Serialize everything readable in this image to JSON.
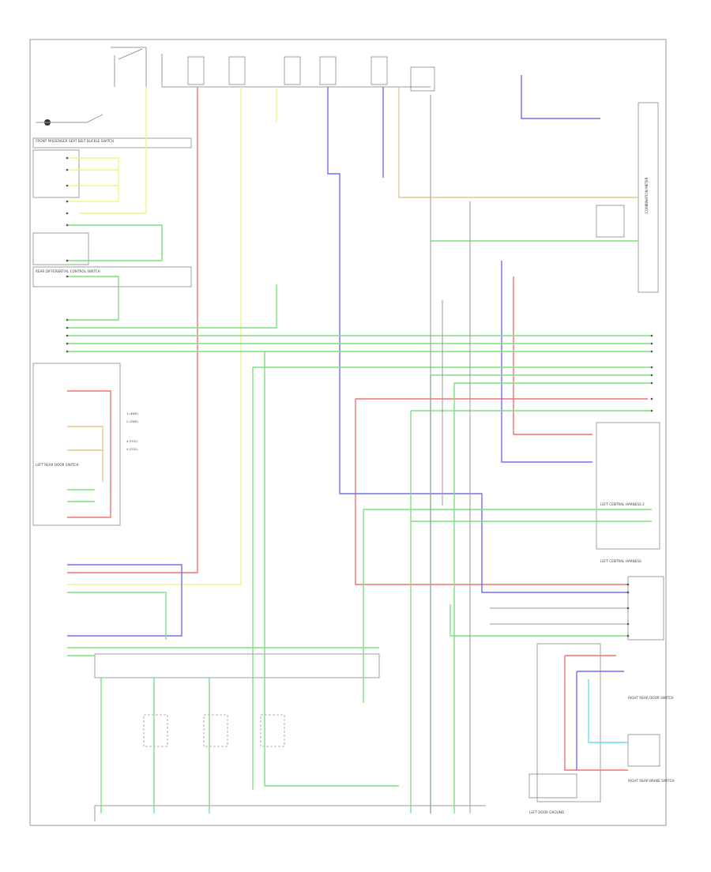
{
  "diagram": {
    "components": [
      {
        "id": "comp-1",
        "label": "FRONT PASSENGER SEAT BELT BUCKLE SWITCH"
      },
      {
        "id": "comp-2",
        "label": "REAR DIFFERENTIAL CONTROL SWITCH"
      },
      {
        "id": "comp-3",
        "label": "COMBINATION METER"
      },
      {
        "id": "comp-4",
        "label": "LEFT CENTRAL HARNESS"
      },
      {
        "id": "comp-5",
        "label": "LEFT CENTRAL HARNESS 2"
      },
      {
        "id": "comp-6",
        "label": "RIGHT REAR BRAKE SWITCH"
      },
      {
        "id": "comp-7",
        "label": "LEFT REAR DOOR SWITCH"
      },
      {
        "id": "comp-8",
        "label": "RIGHT REAR DOOR SWITCH"
      },
      {
        "id": "comp-9",
        "label": "LEFT DOOR GROUND"
      }
    ],
    "notes": [
      "1 (4WD)",
      "2 (2WD)",
      "3 (FOG)",
      "4 (FOG)"
    ],
    "wire_colors": [
      "GRN",
      "RED",
      "BLU",
      "YEL",
      "WHT",
      "BLK",
      "GRY",
      "VIO",
      "LT GRN",
      "PNK",
      "BRN",
      "TAN"
    ]
  }
}
